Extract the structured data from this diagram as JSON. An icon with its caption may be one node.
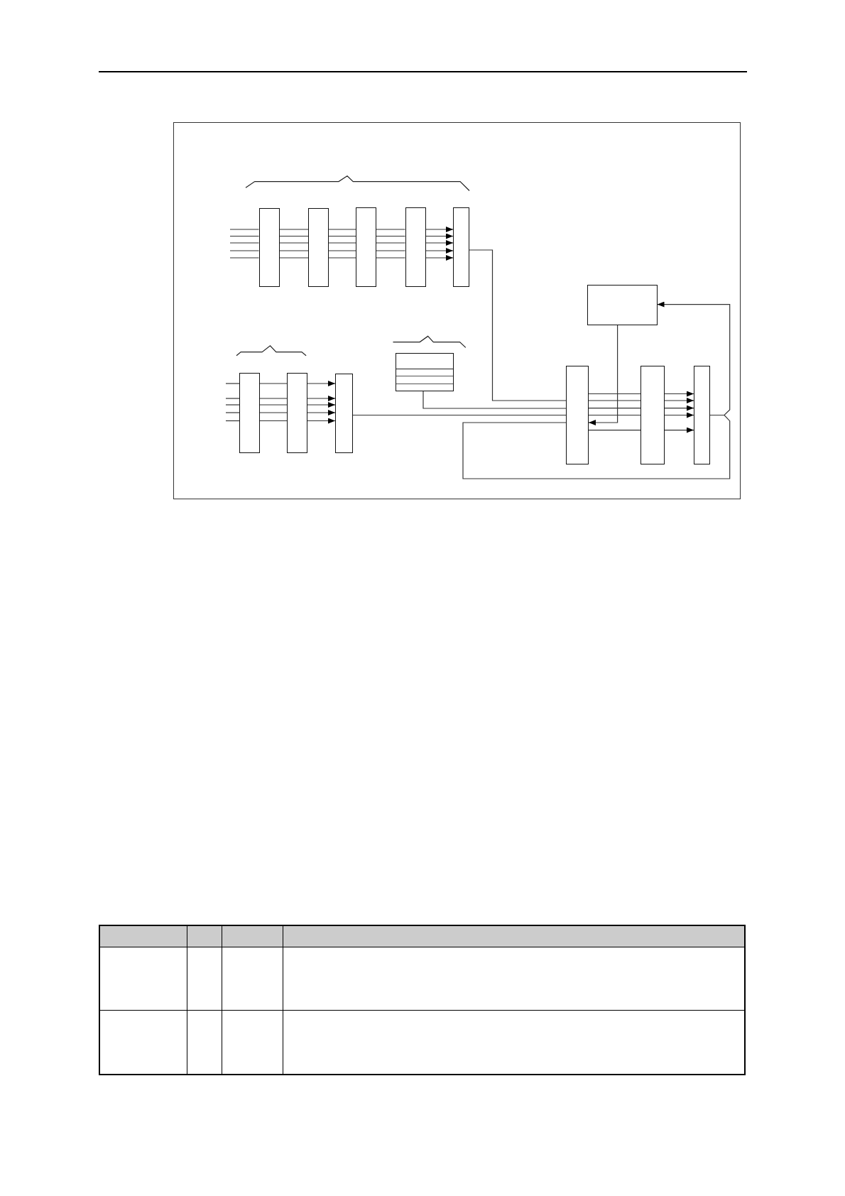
{
  "diagram": {
    "nodes": [
      {
        "text": [],
        "shape": "bar"
      },
      {
        "text": [],
        "shape": "bar"
      },
      {
        "text": [],
        "shape": "bar"
      },
      {
        "text": [],
        "shape": "bar"
      },
      {
        "text": [],
        "shape": "bar"
      },
      {
        "text": [],
        "shape": "bar"
      },
      {
        "text": [],
        "shape": "bar"
      },
      {
        "text": [],
        "shape": "bar"
      },
      {
        "text": [],
        "shape": "stack"
      },
      {
        "text": [],
        "shape": "box"
      },
      {
        "text": [],
        "shape": "bar"
      },
      {
        "text": [],
        "shape": "bar"
      },
      {
        "text": [],
        "shape": "bar"
      }
    ],
    "edges": [
      {
        "from": null,
        "to": 0,
        "arrow": "none"
      },
      {
        "from": null,
        "to": 0,
        "arrow": "none"
      },
      {
        "from": null,
        "to": 0,
        "arrow": "none"
      },
      {
        "from": null,
        "to": 0,
        "arrow": "none"
      },
      {
        "from": null,
        "to": 0,
        "arrow": "none"
      },
      {
        "from": 0,
        "to": 1,
        "arrow": "none"
      },
      {
        "from": 0,
        "to": 1,
        "arrow": "none"
      },
      {
        "from": 0,
        "to": 1,
        "arrow": "none"
      },
      {
        "from": 0,
        "to": 1,
        "arrow": "none"
      },
      {
        "from": 0,
        "to": 1,
        "arrow": "none"
      },
      {
        "from": 1,
        "to": 2,
        "arrow": "none"
      },
      {
        "from": 1,
        "to": 2,
        "arrow": "none"
      },
      {
        "from": 1,
        "to": 2,
        "arrow": "none"
      },
      {
        "from": 1,
        "to": 2,
        "arrow": "none"
      },
      {
        "from": 1,
        "to": 2,
        "arrow": "none"
      },
      {
        "from": 2,
        "to": 3,
        "arrow": "none"
      },
      {
        "from": 2,
        "to": 3,
        "arrow": "none"
      },
      {
        "from": 2,
        "to": 3,
        "arrow": "none"
      },
      {
        "from": 2,
        "to": 3,
        "arrow": "none"
      },
      {
        "from": 2,
        "to": 3,
        "arrow": "none"
      },
      {
        "from": 3,
        "to": 4,
        "arrow": "to"
      },
      {
        "from": 3,
        "to": 4,
        "arrow": "to"
      },
      {
        "from": 3,
        "to": 4,
        "arrow": "to"
      },
      {
        "from": 3,
        "to": 4,
        "arrow": "to"
      },
      {
        "from": 3,
        "to": 4,
        "arrow": "to"
      },
      {
        "from": null,
        "to": 5,
        "arrow": "none"
      },
      {
        "from": null,
        "to": 5,
        "arrow": "none"
      },
      {
        "from": null,
        "to": 5,
        "arrow": "none"
      },
      {
        "from": null,
        "to": 5,
        "arrow": "none"
      },
      {
        "from": null,
        "to": 5,
        "arrow": "none"
      },
      {
        "from": 5,
        "to": 6,
        "arrow": "none"
      },
      {
        "from": 5,
        "to": 6,
        "arrow": "none"
      },
      {
        "from": 5,
        "to": 6,
        "arrow": "none"
      },
      {
        "from": 5,
        "to": 6,
        "arrow": "none"
      },
      {
        "from": 5,
        "to": 6,
        "arrow": "none"
      },
      {
        "from": 6,
        "to": 7,
        "arrow": "to"
      },
      {
        "from": 6,
        "to": 7,
        "arrow": "to"
      },
      {
        "from": 6,
        "to": 7,
        "arrow": "to"
      },
      {
        "from": 6,
        "to": 7,
        "arrow": "to"
      },
      {
        "from": 6,
        "to": 7,
        "arrow": "to"
      },
      {
        "from": 4,
        "to": 10,
        "arrow": "none"
      },
      {
        "from": 8,
        "to": 10,
        "arrow": "none"
      },
      {
        "from": 7,
        "to": 10,
        "arrow": "none"
      },
      {
        "from": 10,
        "to": 11,
        "arrow": "none"
      },
      {
        "from": 10,
        "to": 11,
        "arrow": "none"
      },
      {
        "from": 10,
        "to": 11,
        "arrow": "none"
      },
      {
        "from": 10,
        "to": 11,
        "arrow": "none"
      },
      {
        "from": 10,
        "to": 11,
        "arrow": "none"
      },
      {
        "from": 11,
        "to": 12,
        "arrow": "to"
      },
      {
        "from": 11,
        "to": 12,
        "arrow": "to"
      },
      {
        "from": 11,
        "to": 12,
        "arrow": "to"
      },
      {
        "from": 11,
        "to": 12,
        "arrow": "to"
      },
      {
        "from": 11,
        "to": 12,
        "arrow": "to"
      },
      {
        "from": 12,
        "to": 9,
        "arrow": "to"
      },
      {
        "from": 12,
        "to": 10,
        "arrow": "none"
      },
      {
        "from": 9,
        "to": 10,
        "arrow": "to"
      }
    ]
  }
}
